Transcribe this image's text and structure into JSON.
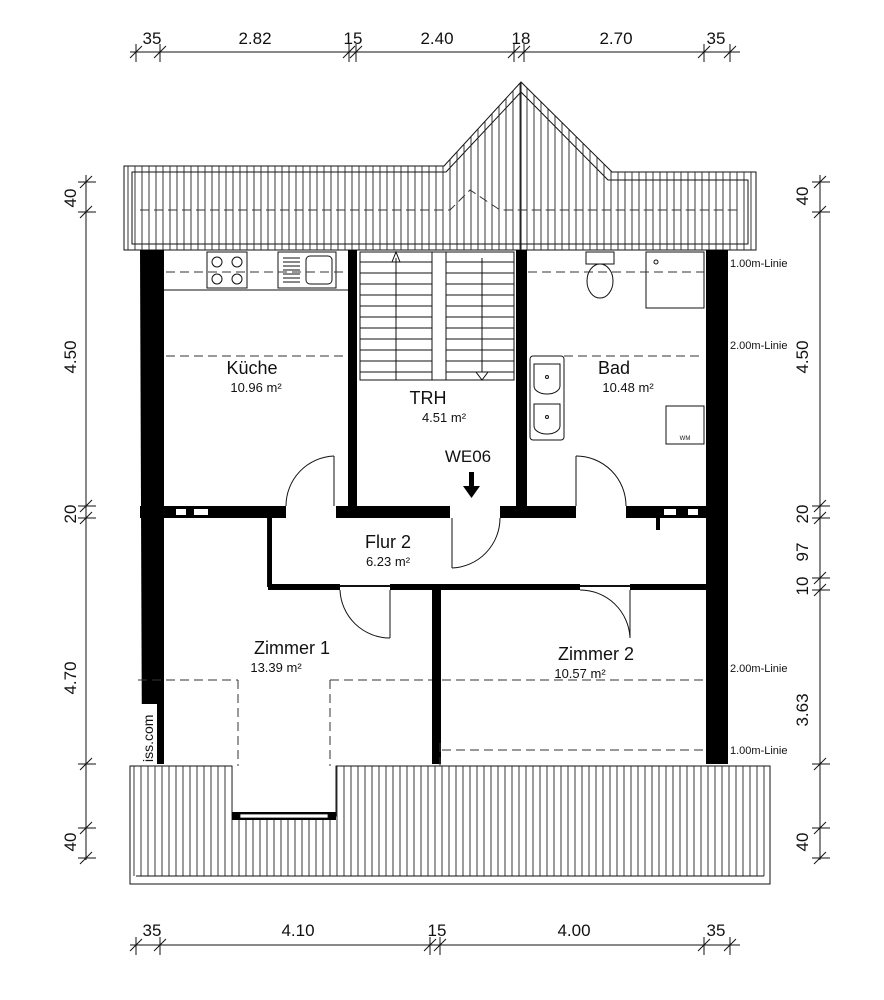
{
  "dimensions": {
    "top": [
      "35",
      "2.82",
      "15",
      "2.40",
      "18",
      "2.70",
      "35"
    ],
    "bottom": [
      "35",
      "4.10",
      "15",
      "4.00",
      "35"
    ],
    "left": [
      "40",
      "4.50",
      "20",
      "4.70",
      "40"
    ],
    "right": [
      "40",
      "4.50",
      "20",
      "97",
      "10",
      "3.63",
      "40"
    ]
  },
  "rooms": [
    {
      "name": "Küche",
      "area": "10.96 m²"
    },
    {
      "name": "TRH",
      "area": "4.51 m²"
    },
    {
      "name": "Bad",
      "area": "10.48 m²"
    },
    {
      "name": "Flur 2",
      "area": "6.23 m²"
    },
    {
      "name": "Zimmer 1",
      "area": "13.39 m²"
    },
    {
      "name": "Zimmer 2",
      "area": "10.57 m²"
    }
  ],
  "entrance_label": "WE06",
  "height_lines": {
    "top": "1.00m-Linie",
    "upper": "2.00m-Linie",
    "lower": "2.00m-Linie",
    "bottom": "1.00m-Linie"
  },
  "fixtures": {
    "washing_machine": "WM"
  },
  "watermark": "iss.com"
}
